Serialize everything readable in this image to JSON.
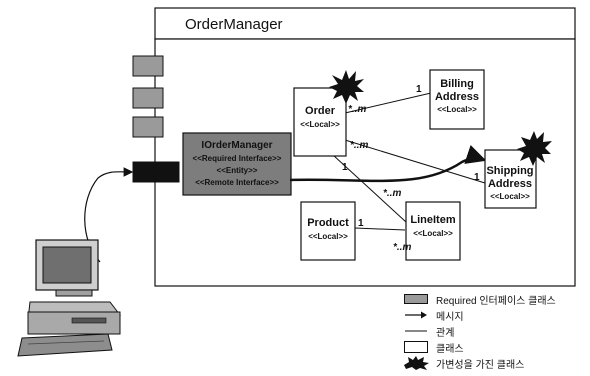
{
  "component": {
    "title": "OrderManager"
  },
  "facade": {
    "lines": [
      "IOrderManager",
      "<<Required Interface>>",
      "<<Entity>>",
      "<<Remote Interface>>"
    ]
  },
  "classes": {
    "order": {
      "name": "Order",
      "stereotype": "<<Local>>"
    },
    "billing": {
      "name_line1": "Billing",
      "name_line2": "Address",
      "stereotype": "<<Local>>"
    },
    "shipping": {
      "name_line1": "Shipping",
      "name_line2": "Address",
      "stereotype": "<<Local>>"
    },
    "product": {
      "name": "Product",
      "stereotype": "<<Local>>"
    },
    "lineitem": {
      "name": "LineItem",
      "stereotype": "<<Local>>"
    }
  },
  "multiplicities": {
    "order_billing_many": "*..m",
    "order_billing_one": "1",
    "order_shipping_many": "*..m",
    "order_shipping_one": "1",
    "order_lineitem_one": "1",
    "order_lineitem_many": "*..m",
    "product_lineitem_one": "1",
    "product_lineitem_many": "*..m"
  },
  "legend": {
    "required_interface": "Required 인터페이스 클래스",
    "message": "메시지",
    "relation": "관계",
    "class": "클래스",
    "variable_class": "가변성을 가진 클래스"
  },
  "colors": {
    "required_gray": "#9a9a9a",
    "facade_gray": "#7d7d7d",
    "black": "#111111"
  }
}
